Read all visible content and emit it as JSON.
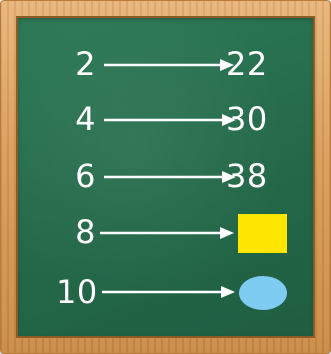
{
  "colors": {
    "chalkboard": "#26704d",
    "frame": "#d89b57",
    "chalk": "#ffffff",
    "answer_box": "#ffe600",
    "answer_oval": "#7fccf2"
  },
  "rows": [
    {
      "input": "2",
      "output": "22"
    },
    {
      "input": "4",
      "output": "30"
    },
    {
      "input": "6",
      "output": "38"
    },
    {
      "input": "8",
      "output": ""
    },
    {
      "input": "10",
      "output": ""
    }
  ],
  "icons": {
    "arrow": "right-arrow-icon",
    "answer_box": "yellow-square",
    "answer_oval": "blue-oval"
  }
}
